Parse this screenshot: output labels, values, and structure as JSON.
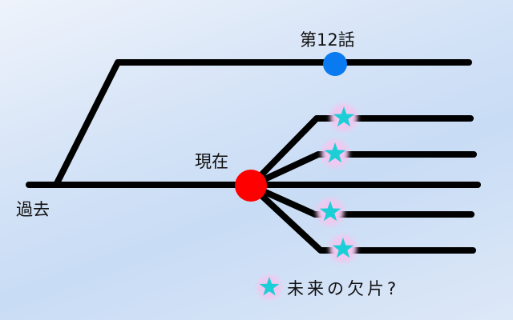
{
  "labels": {
    "episode": "第12話",
    "present": "現在",
    "past": "過去",
    "legend": "未来の欠片?"
  },
  "colors": {
    "line": "#000000",
    "present_dot": "#ff0000",
    "episode_dot": "#0a7af0",
    "star": "#1ccfd6",
    "star_glow": "#f0c8f0"
  }
}
